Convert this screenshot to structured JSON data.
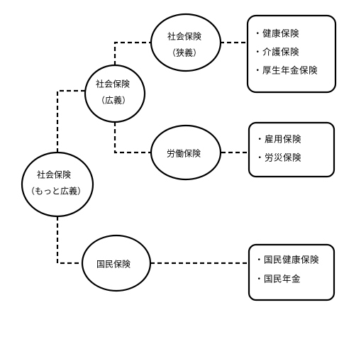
{
  "nodes": {
    "broadest": {
      "line1": "社会保険",
      "line2": "（もっと広義）"
    },
    "broad": {
      "line1": "社会保険",
      "line2": "（広義）"
    },
    "narrow": {
      "line1": "社会保険",
      "line2": "（狭義）"
    },
    "labor": {
      "line1": "労働保険"
    },
    "national": {
      "line1": "国民保険"
    }
  },
  "lists": {
    "narrow_items": [
      "・健康保険",
      "・介護保険",
      "・厚生年金保険"
    ],
    "labor_items": [
      "・雇用保険",
      "・労災保険"
    ],
    "national_items": [
      "・国民健康保険",
      "・国民年金"
    ]
  }
}
